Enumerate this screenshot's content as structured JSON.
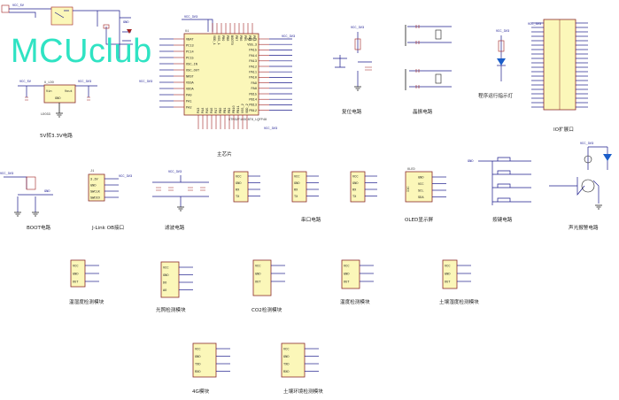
{
  "logo": "MCUclub",
  "captions": {
    "main_chip": "主芯片",
    "reset": "复位电路",
    "crystal": "晶振电路",
    "indicator": "程序运行指示灯",
    "io": "IO扩展口",
    "power": "5V转3.3V电路",
    "boot": "BOOT电路",
    "jlink": "J-Link OB接口",
    "filter": "滤波电路",
    "serial": "串口电路",
    "oled": "OLED显示屏",
    "keys": "按键电路",
    "buzzer": "声光报警电路",
    "temp_hum": "温湿度检测模块",
    "light": "光照检测模块",
    "co2": "CO2检测模块",
    "soil_temp": "温度检测模块",
    "soil_moist": "土壤湿度检测模块",
    "g4": "4G模块",
    "soil_env": "土壤环境检测模块"
  },
  "labels": {
    "vcc_3v3": "VCC_3V3",
    "gnd": "GND",
    "vcc_5v": "VCC_5V",
    "mcu_part": "STM32F103C8T6_LQFP48",
    "ldo_part": "LDO33",
    "mcu_ref": "U1",
    "ldo_ref": "U_LDO",
    "jlink_ref": "J1",
    "oled_ref": "OLED",
    "oled_iic": "IIC"
  },
  "pins": {
    "jlink": [
      "3.3V",
      "GND",
      "SWCLK",
      "SWDIO"
    ],
    "uart": [
      "VCC",
      "GND",
      "RX",
      "TX"
    ],
    "oled": [
      "GND",
      "VCC",
      "SCL",
      "SDA"
    ],
    "sensor4": [
      "VCC",
      "GND",
      "OUT"
    ],
    "light": [
      "VCC",
      "GND",
      "DO",
      "AO"
    ],
    "g4": [
      "VCC",
      "GND",
      "TXD",
      "RXD"
    ],
    "soil_env": [
      "VCC",
      "GND",
      "TXD",
      "RXD"
    ],
    "ldo": [
      "Vin",
      "GND",
      "Vout"
    ],
    "mcu_left": [
      "VBAT",
      "PC13",
      "PC14",
      "PC15",
      "OSC_IN",
      "OSC_OUT",
      "NRST",
      "VSSA",
      "VDDA",
      "PA0",
      "PA1",
      "PA2"
    ],
    "mcu_right": [
      "VDD_3",
      "VSS_3",
      "PA15",
      "PA14",
      "PA13",
      "PA12",
      "PA11",
      "PA10",
      "PA9",
      "PA8",
      "PB15",
      "PB14",
      "PB13",
      "PB12"
    ],
    "mcu_top": [
      "VDD_1",
      "VSS_1",
      "PB9",
      "PB8",
      "BOOT0",
      "PB7",
      "PB6",
      "PB5",
      "PB4",
      "PB3"
    ],
    "mcu_bottom": [
      "PA3",
      "PA4",
      "PA5",
      "PA6",
      "PA7",
      "PB0",
      "PB1",
      "PB2",
      "PB10",
      "PB11",
      "VSS_2",
      "VDD_2"
    ]
  }
}
